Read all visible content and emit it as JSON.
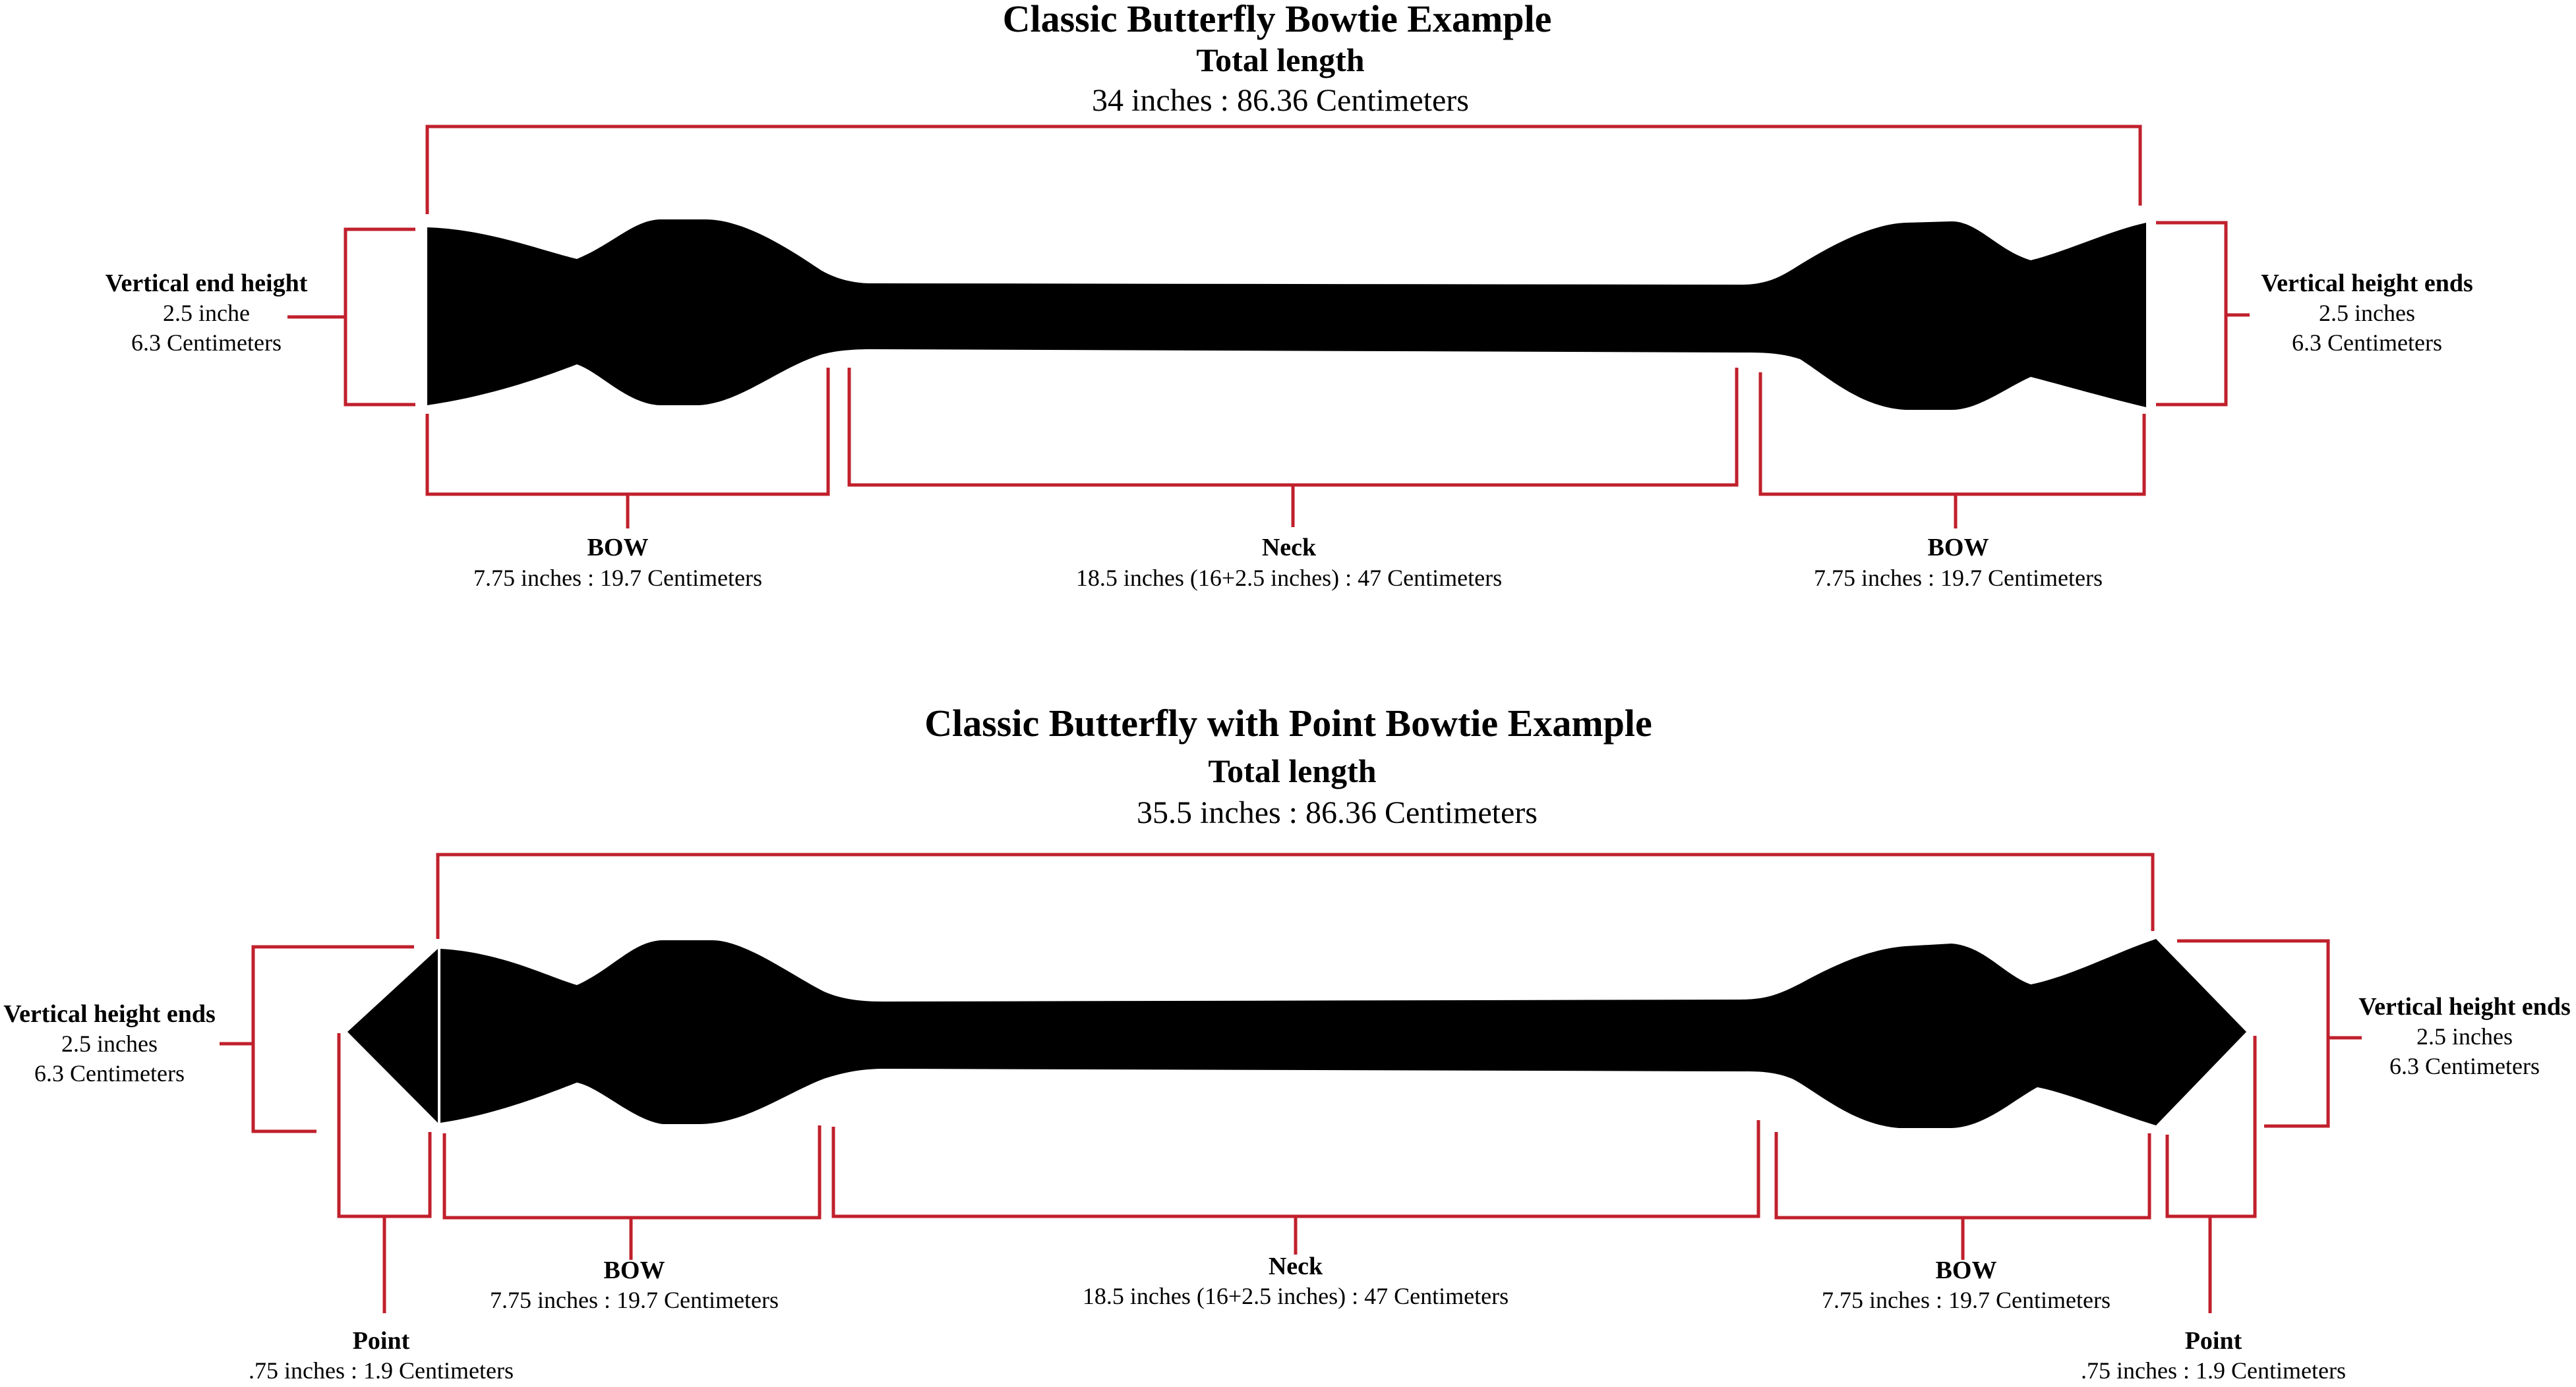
{
  "colors": {
    "dimension_line": "#c0202c",
    "shape_fill": "#000000",
    "background": "#ffffff"
  },
  "diagram1": {
    "title": "Classic Butterfly Bowtie Example",
    "total_label": "Total length",
    "total_value": "34 inches : 86.36 Centimeters",
    "left_end": {
      "label": "Vertical end height",
      "value1": "2.5 inche",
      "value2": "6.3 Centimeters"
    },
    "right_end": {
      "label": "Vertical height ends",
      "value1": "2.5 inches",
      "value2": "6.3 Centimeters"
    },
    "bow_left": {
      "label": "BOW",
      "value": "7.75 inches : 19.7 Centimeters"
    },
    "neck": {
      "label": "Neck",
      "value": "18.5 inches (16+2.5 inches) : 47 Centimeters"
    },
    "bow_right": {
      "label": "BOW",
      "value": "7.75 inches : 19.7 Centimeters"
    }
  },
  "diagram2": {
    "title": "Classic Butterfly with Point Bowtie Example",
    "total_label": "Total length",
    "total_value": "35.5 inches : 86.36 Centimeters",
    "left_end": {
      "label": "Vertical height ends",
      "value1": "2.5 inches",
      "value2": "6.3 Centimeters"
    },
    "right_end": {
      "label": "Vertical height ends",
      "value1": "2.5 inches",
      "value2": "6.3 Centimeters"
    },
    "bow_left": {
      "label": "BOW",
      "value": "7.75 inches : 19.7 Centimeters"
    },
    "neck": {
      "label": "Neck",
      "value": "18.5 inches (16+2.5 inches) : 47 Centimeters"
    },
    "bow_right": {
      "label": "BOW",
      "value": "7.75 inches : 19.7 Centimeters"
    },
    "point_left": {
      "label": "Point",
      "value": ".75 inches : 1.9 Centimeters"
    },
    "point_right": {
      "label": "Point",
      "value": ".75 inches : 1.9 Centimeters"
    }
  }
}
